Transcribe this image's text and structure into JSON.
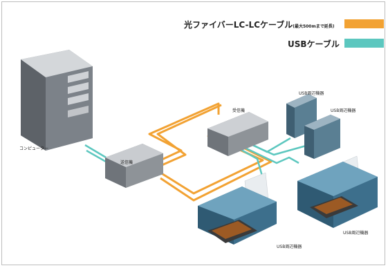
{
  "legend": {
    "fiber": {
      "label": "光ファイバーLC-LCケーブル",
      "note": "(最大500mまで延長)",
      "color": "#f2a233"
    },
    "usb": {
      "label": "USBケーブル",
      "color": "#5cc7bf"
    }
  },
  "labels": {
    "computer": "コンピューター",
    "transmitter": "送信機",
    "receiver": "受信機",
    "usb_device_1": "USB周辺機器",
    "usb_device_2": "USB周辺機器",
    "usb_device_3": "USB周辺機器",
    "usb_device_4": "USB周辺機器"
  }
}
